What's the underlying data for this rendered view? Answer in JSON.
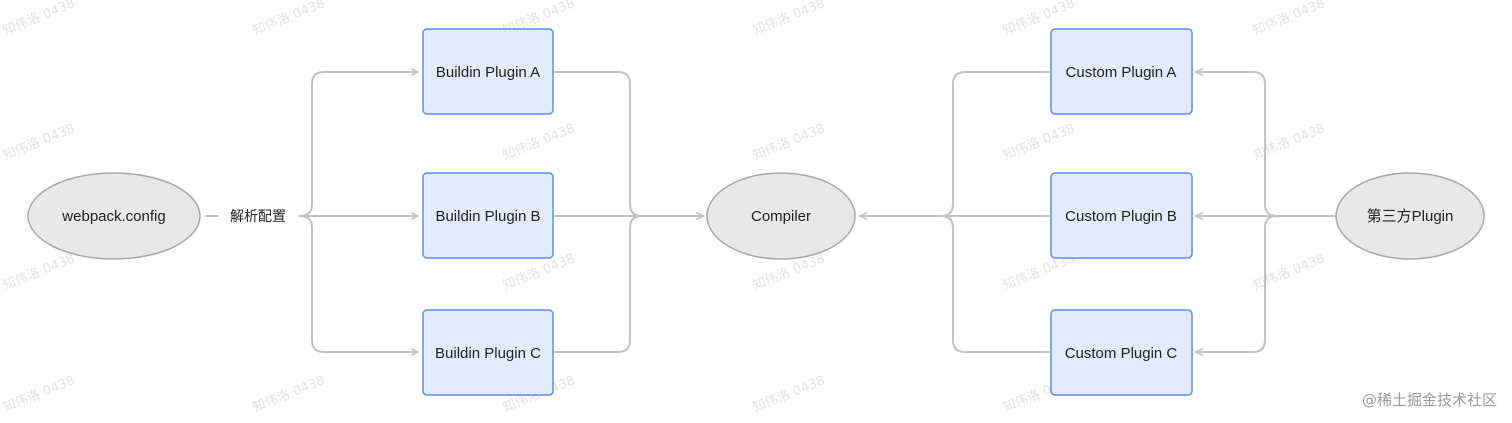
{
  "nodes": {
    "webpack_config": "webpack.config",
    "buildin_a": "Buildin Plugin A",
    "buildin_b": "Buildin Plugin B",
    "buildin_c": "Buildin Plugin C",
    "compiler": "Compiler",
    "custom_a": "Custom Plugin A",
    "custom_b": "Custom Plugin B",
    "custom_c": "Custom Plugin C",
    "third_party": "第三方Plugin"
  },
  "edge_labels": {
    "parse_config": "解析配置"
  },
  "watermark": {
    "repeat_text": "知伟洛 0438",
    "corner_text": "@稀土掘金技术社区"
  },
  "colors": {
    "plugin_box_fill": "#e2ebfc",
    "plugin_box_stroke": "#5b8ee6",
    "ellipse_fill": "#e8e8e8",
    "ellipse_stroke": "#a8a8a8",
    "connector": "#c2c2c2"
  }
}
